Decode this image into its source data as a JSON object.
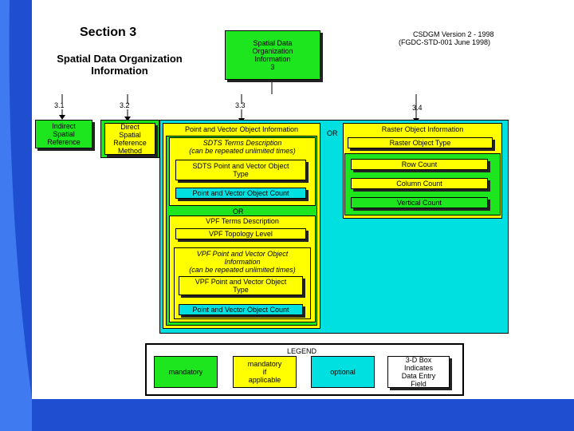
{
  "header": {
    "section_title": "Section 3",
    "subtitle": "Spatial Data Organization\nInformation",
    "csdgm_line1": "CSDGM Version 2 - 1998",
    "csdgm_line2": "(FGDC-STD-001 June 1998)"
  },
  "top_box": {
    "label": "Spatial Data\nOrganization\nInformation\n3"
  },
  "numbers": {
    "n31": "3.1",
    "n32": "3.2",
    "n33": "3.3",
    "n34": "3.4"
  },
  "boxes": {
    "indirect": "Indirect\nSpatial\nReference",
    "direct": "Direct\nSpatial\nReference\nMethod",
    "pvoi": "Point and Vector Object Information",
    "or1": "OR",
    "sdts_terms": "SDTS Terms Description\n(can be repeated unlimited times)",
    "sdts_pvot": "SDTS Point and Vector Object\nType",
    "pvoc1": "Point and Vector Object Count",
    "or2": "OR",
    "vpf_terms": "VPF Terms Description",
    "vpf_topo": "VPF Topology Level",
    "vpf_pvoi": "VPF Point and Vector Object\nInformation\n(can be repeated unlimited times)",
    "vpf_pvot": "VPF Point and  Vector Object\nType",
    "pvoc2": "Point and Vector Object Count",
    "roi": "Raster Object Information",
    "rot": "Raster Object Type",
    "row": "Row Count",
    "col": "Column Count",
    "vert": "Vertical Count"
  },
  "legend": {
    "title": "LEGEND",
    "mandatory": "mandatory",
    "mandatory_if": "mandatory\nif\napplicable",
    "optional": "optional",
    "entry": "3-D Box\nIndicates\nData Entry\nField"
  },
  "colors": {
    "green": "#1ee61e",
    "yellow": "#ffff00",
    "cyan": "#00e0e0",
    "blue_accent": "#1f4fd0"
  }
}
